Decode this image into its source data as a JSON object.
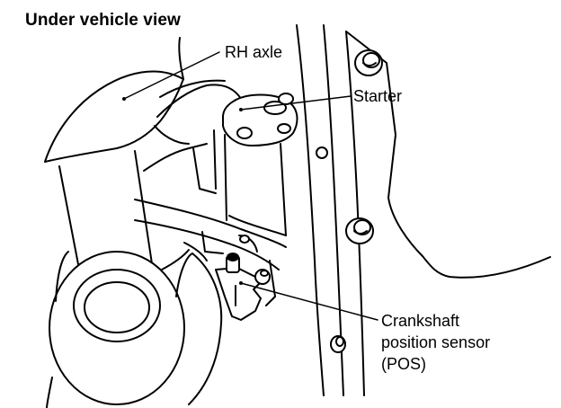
{
  "heading": "Under vehicle view",
  "labels": {
    "rh_axle": "RH axle",
    "starter": "Starter",
    "crankshaft_sensor": {
      "line1": "Crankshaft",
      "line2": "position sensor",
      "line3": "(POS)"
    }
  },
  "colors": {
    "ink": "#000000",
    "background": "#ffffff"
  }
}
